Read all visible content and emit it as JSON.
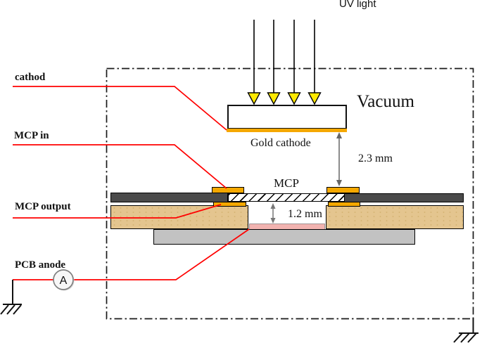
{
  "figure": {
    "labels": {
      "uv_light": "UV light",
      "vacuum": "Vacuum",
      "gold_cathode": "Gold cathode",
      "mcp": "MCP"
    },
    "wires": {
      "cathode": "cathod",
      "mcp_in": "MCP in",
      "mcp_output": "MCP output",
      "pcb_anode": "PCB anode"
    },
    "measurements": {
      "cathode_to_mcp_gap": "2.3 mm",
      "mcp_to_anode_gap": "1.2 mm"
    },
    "ammeter": {
      "label": "A"
    },
    "colors": {
      "wire_red": "#ff0000",
      "gold_pad": "#f5a800",
      "dark_electrode": "#4a4a4a",
      "ceramic_tan": "#e4c58f",
      "pcb_gray": "#c2c2c2",
      "anode_pink": "#f2b3b0",
      "uv_arrow_yellow": "#ffe900"
    }
  }
}
